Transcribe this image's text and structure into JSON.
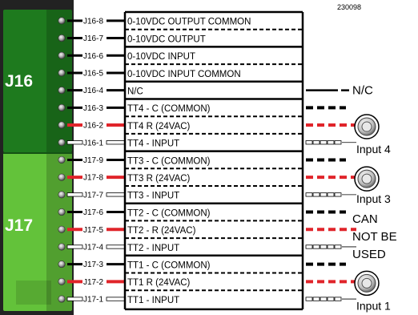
{
  "figure_code": "230098",
  "connectors": [
    {
      "label": "J16"
    },
    {
      "label": "J17"
    }
  ],
  "rows": [
    {
      "pin": "J16-8",
      "label": "0-10VDC OUTPUT COMMON",
      "pin_wire": "black",
      "row_line": "dashed",
      "out_line": "none"
    },
    {
      "pin": "J16-7",
      "label": "0-10VDC OUTPUT",
      "pin_wire": "black",
      "row_line": "solid",
      "out_line": "none"
    },
    {
      "pin": "J16-6",
      "label": "0-10VDC INPUT",
      "pin_wire": "black",
      "row_line": "dashed",
      "out_line": "none"
    },
    {
      "pin": "J16-5",
      "label": "0-10VDC INPUT COMMON",
      "pin_wire": "black",
      "row_line": "solid",
      "out_line": "none"
    },
    {
      "pin": "J16-4",
      "label": "N/C",
      "pin_wire": "black",
      "row_line": "solid",
      "out_line": "nc"
    },
    {
      "pin": "J16-3",
      "label": "TT4 - C (COMMON)",
      "pin_wire": "black",
      "row_line": "dashed",
      "out_line": "black-dash"
    },
    {
      "pin": "J16-2",
      "label": "TT4 R (24VAC)",
      "pin_wire": "red",
      "row_line": "dashed-red",
      "out_line": "red-dash"
    },
    {
      "pin": "J16-1",
      "label": "TT4 - INPUT",
      "pin_wire": "hollow",
      "row_line": "solid",
      "out_line": "hollow"
    },
    {
      "pin": "J17-9",
      "label": "TT3 - C (COMMON)",
      "pin_wire": "black",
      "row_line": "dashed",
      "out_line": "black-dash"
    },
    {
      "pin": "J17-8",
      "label": "TT3 R (24VAC)",
      "pin_wire": "red",
      "row_line": "dashed-red",
      "out_line": "red-dash"
    },
    {
      "pin": "J17-7",
      "label": "TT3 - INPUT",
      "pin_wire": "hollow",
      "row_line": "solid",
      "out_line": "hollow"
    },
    {
      "pin": "J17-6",
      "label": "TT2 - C (COMMON)",
      "pin_wire": "black",
      "row_line": "dashed",
      "out_line": "black-dash"
    },
    {
      "pin": "J17-5",
      "label": "TT2 -  R (24VAC)",
      "pin_wire": "red",
      "row_line": "dashed-red",
      "out_line": "red-dash"
    },
    {
      "pin": "J17-4",
      "label": "TT2 - INPUT",
      "pin_wire": "hollow",
      "row_line": "solid",
      "out_line": "hollow"
    },
    {
      "pin": "J17-3",
      "label": "TT1 - C (COMMON)",
      "pin_wire": "black",
      "row_line": "dashed",
      "out_line": "black-dash"
    },
    {
      "pin": "J17-2",
      "label": "TT1 R (24VAC)",
      "pin_wire": "red",
      "row_line": "dashed-red",
      "out_line": "red-dash"
    },
    {
      "pin": "J17-1",
      "label": "TT1 - INPUT",
      "pin_wire": "hollow",
      "row_line": "solid",
      "out_line": "hollow"
    }
  ],
  "nc_label": "N/C",
  "sensors": [
    {
      "label": "Input 4"
    },
    {
      "label": "Input 3"
    },
    {
      "label": "Input 1"
    }
  ],
  "note_lines": [
    "CAN",
    "NOT BE",
    "USED"
  ],
  "colors": {
    "board_dark": "#1e7a1e",
    "board_light": "#63c23a",
    "wire_red": "#e0242a",
    "ink": "#000000"
  }
}
